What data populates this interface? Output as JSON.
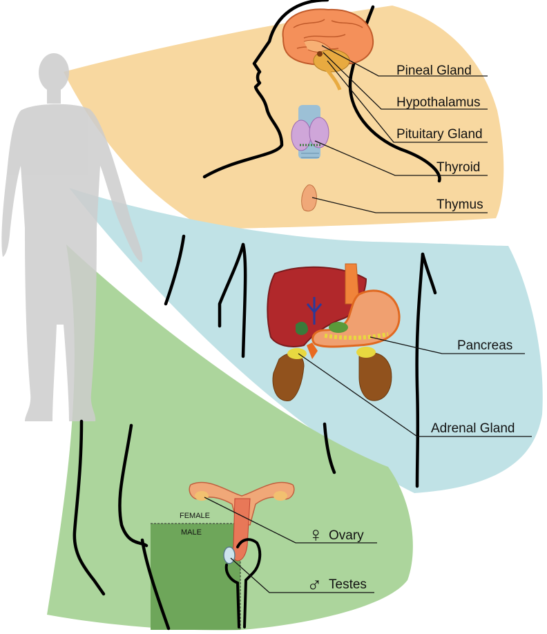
{
  "colors": {
    "head_panel": "#f8d8a0",
    "torso_panel": "#c0e2e6",
    "pelvis_panel": "#acd59c",
    "male_region": "#6ea65a",
    "silhouette": "#cccccc",
    "liver": "#b1282b",
    "stomach": "#f0843a",
    "kidney": "#91521d",
    "brain": "#f4905a"
  },
  "labels": {
    "pineal": "Pineal Gland",
    "hypothalamus": "Hypothalamus",
    "pituitary": "Pituitary Gland",
    "thyroid": "Thyroid",
    "thymus": "Thymus",
    "pancreas": "Pancreas",
    "adrenal": "Adrenal Gland",
    "ovary": "Ovary",
    "testes": "Testes",
    "female": "FEMALE",
    "male": "MALE"
  },
  "symbols": {
    "female": "♀",
    "male": "♂"
  }
}
